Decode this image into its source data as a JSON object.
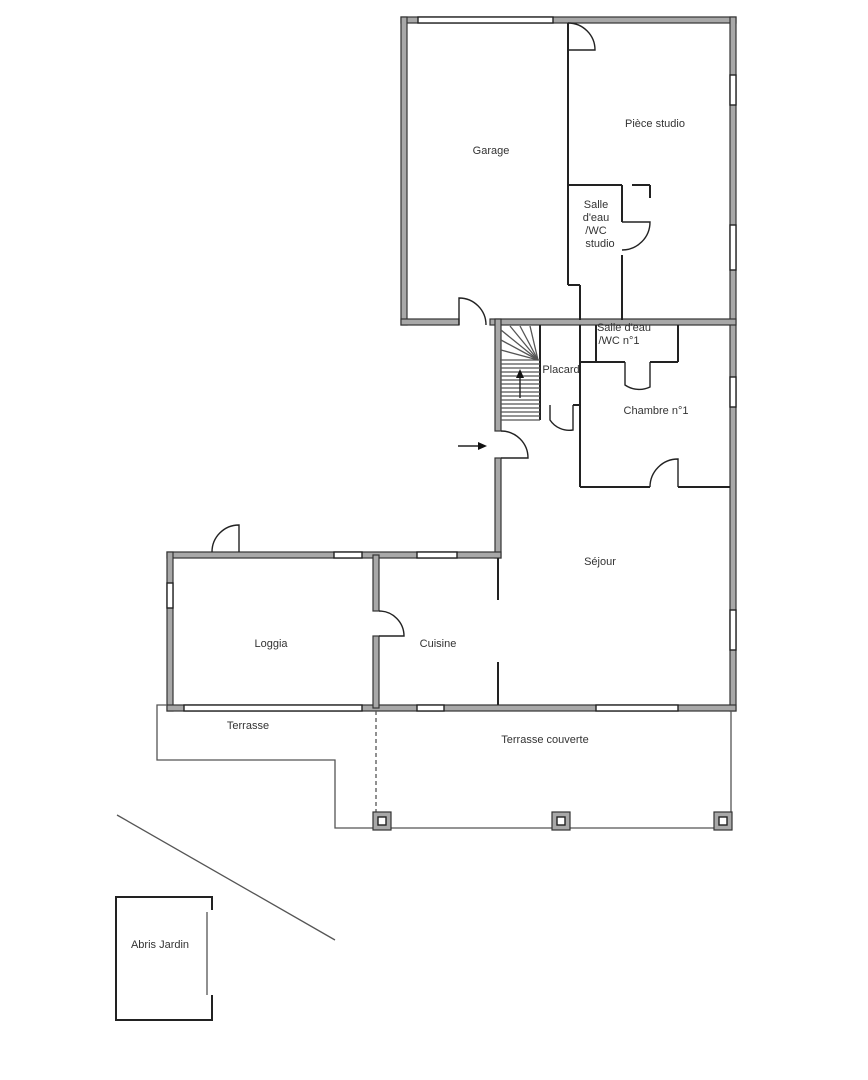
{
  "rooms": {
    "garage": "Garage",
    "studio": "Pièce studio",
    "bath_studio": [
      "Salle",
      "d'eau",
      "/WC",
      "studio"
    ],
    "bath_1": [
      "Salle d'eau",
      "/WC n°1"
    ],
    "closet": "Placard",
    "bedroom_1": "Chambre n°1",
    "living": "Séjour",
    "loggia": "Loggia",
    "kitchen": "Cuisine",
    "terrace": "Terrasse",
    "covered_terrace": "Terrasse couverte",
    "garden_shed": "Abris Jardin"
  },
  "colors": {
    "wall": "#a8a8a8",
    "line": "#222222"
  }
}
